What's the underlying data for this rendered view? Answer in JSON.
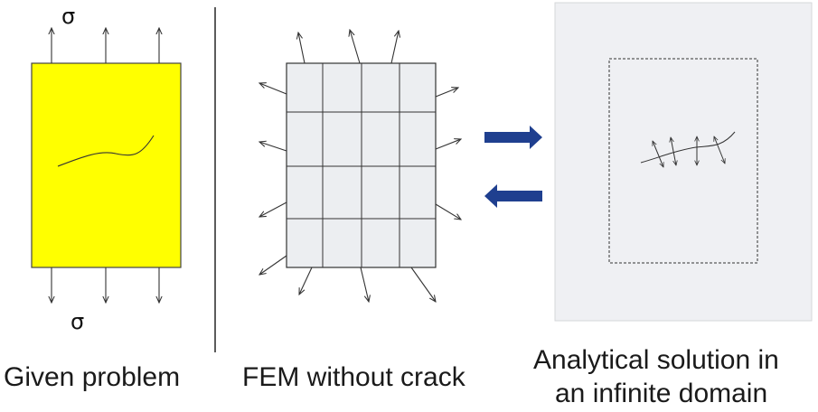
{
  "panels": {
    "given_problem": {
      "caption": "Given problem",
      "top_load": "σ",
      "bottom_load": "σ"
    },
    "fem": {
      "caption": "FEM without crack",
      "mesh": {
        "rows": 4,
        "cols": 4
      }
    },
    "analytical": {
      "caption_line1": "Analytical solution in",
      "caption_line2": "an infinite domain"
    }
  },
  "colors": {
    "plate": "#ffff00",
    "mesh_fill": "#eceef1",
    "panel_fill": "#eff0f3",
    "exchange_arrows": "#1f3f8f"
  },
  "icons": [
    "exchange-arrow-right-icon",
    "exchange-arrow-left-icon",
    "traction-arrow-icon"
  ]
}
